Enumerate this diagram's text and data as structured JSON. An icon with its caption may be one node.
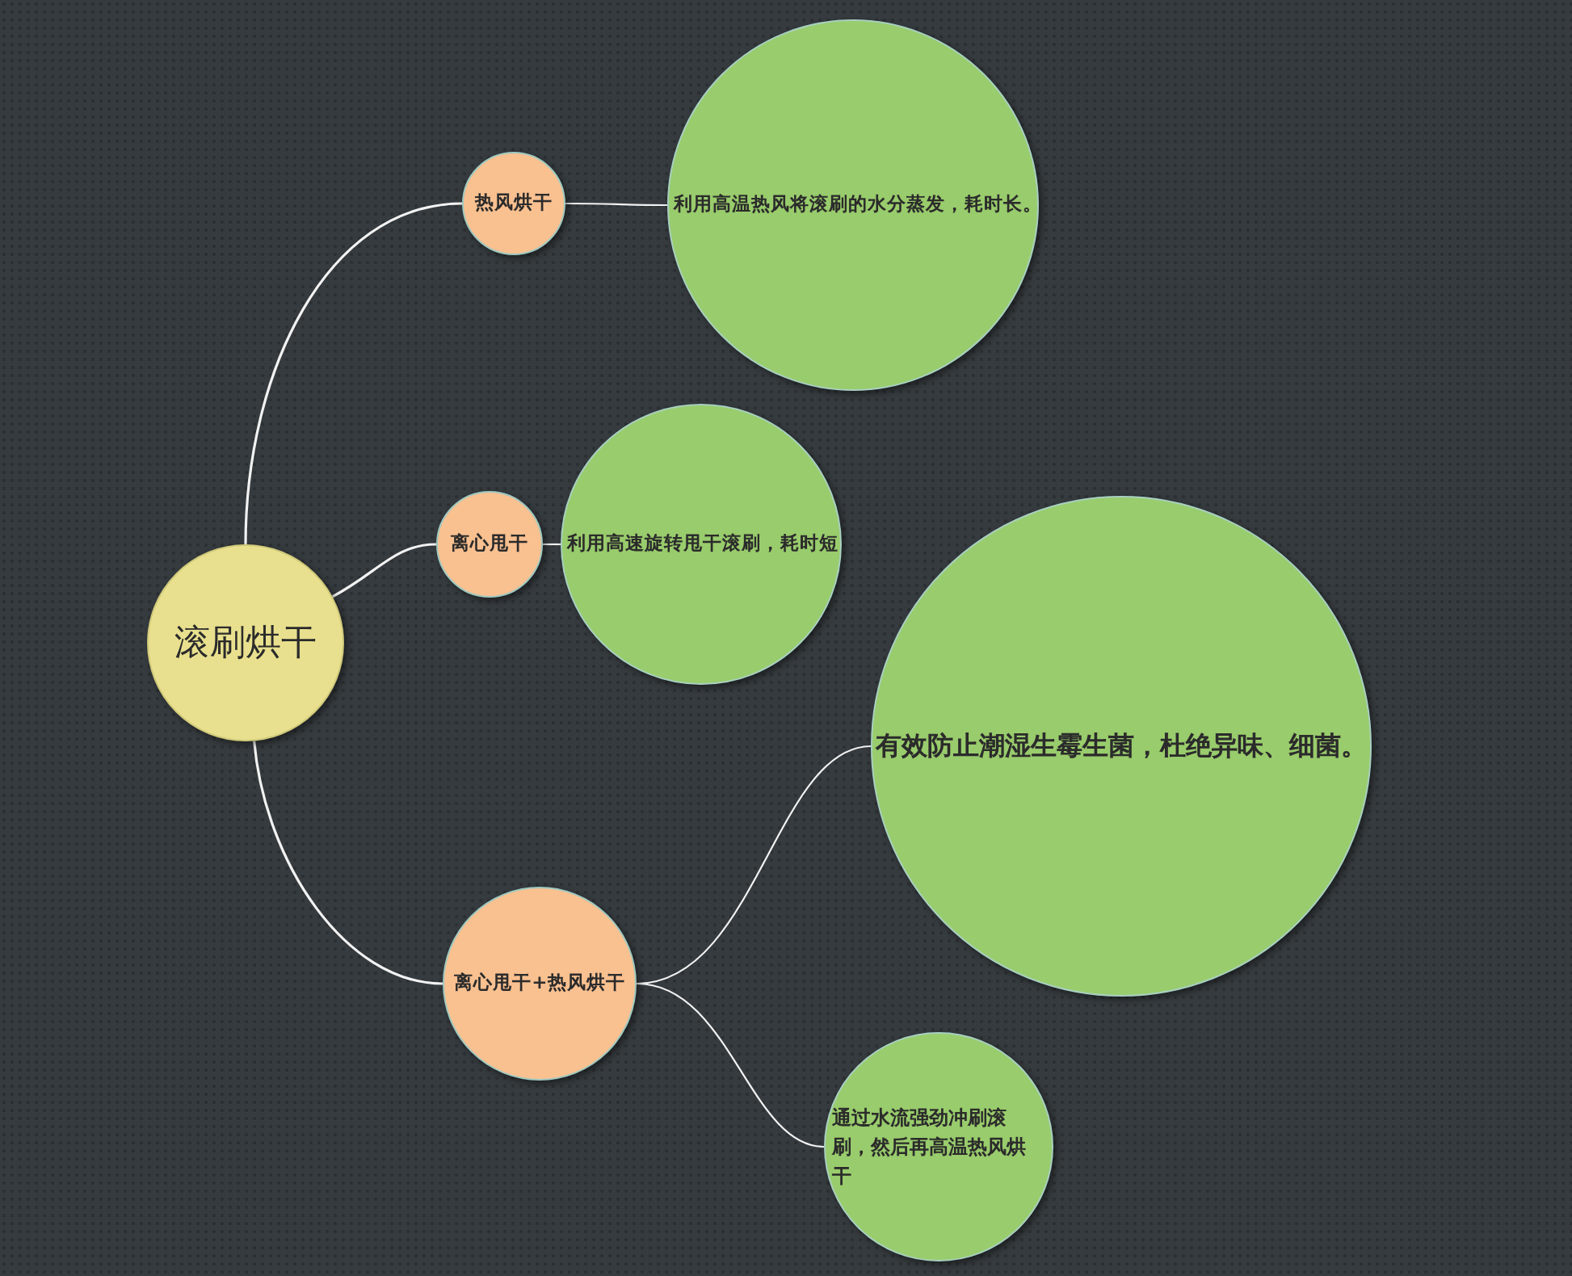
{
  "diagram": {
    "nodes": [
      {
        "text": [
          "滚刷烘干"
        ]
      },
      {
        "text": [
          "热风烘干"
        ]
      },
      {
        "text": [
          "利用高温热风将滚刷的水分蒸发，耗时长。"
        ]
      },
      {
        "text": [
          "离心甩干"
        ]
      },
      {
        "text": [
          "利用高速旋转甩干滚刷，耗时短"
        ]
      },
      {
        "text": [
          "离心甩干+热风烘干"
        ]
      },
      {
        "text": [
          "有效防止潮湿生霉生菌，杜绝异味、细菌。"
        ]
      },
      {
        "text": [
          "通过水流强劲冲刷滚刷，然后再高温热风烘干"
        ]
      }
    ],
    "edges": [
      {
        "from": 0,
        "to": 1,
        "arrow": "none"
      },
      {
        "from": 0,
        "to": 3,
        "arrow": "none"
      },
      {
        "from": 0,
        "to": 5,
        "arrow": "none"
      },
      {
        "from": 1,
        "to": 2,
        "arrow": "none"
      },
      {
        "from": 3,
        "to": 4,
        "arrow": "none"
      },
      {
        "from": 5,
        "to": 6,
        "arrow": "none"
      },
      {
        "from": 5,
        "to": 7,
        "arrow": "none"
      }
    ]
  }
}
